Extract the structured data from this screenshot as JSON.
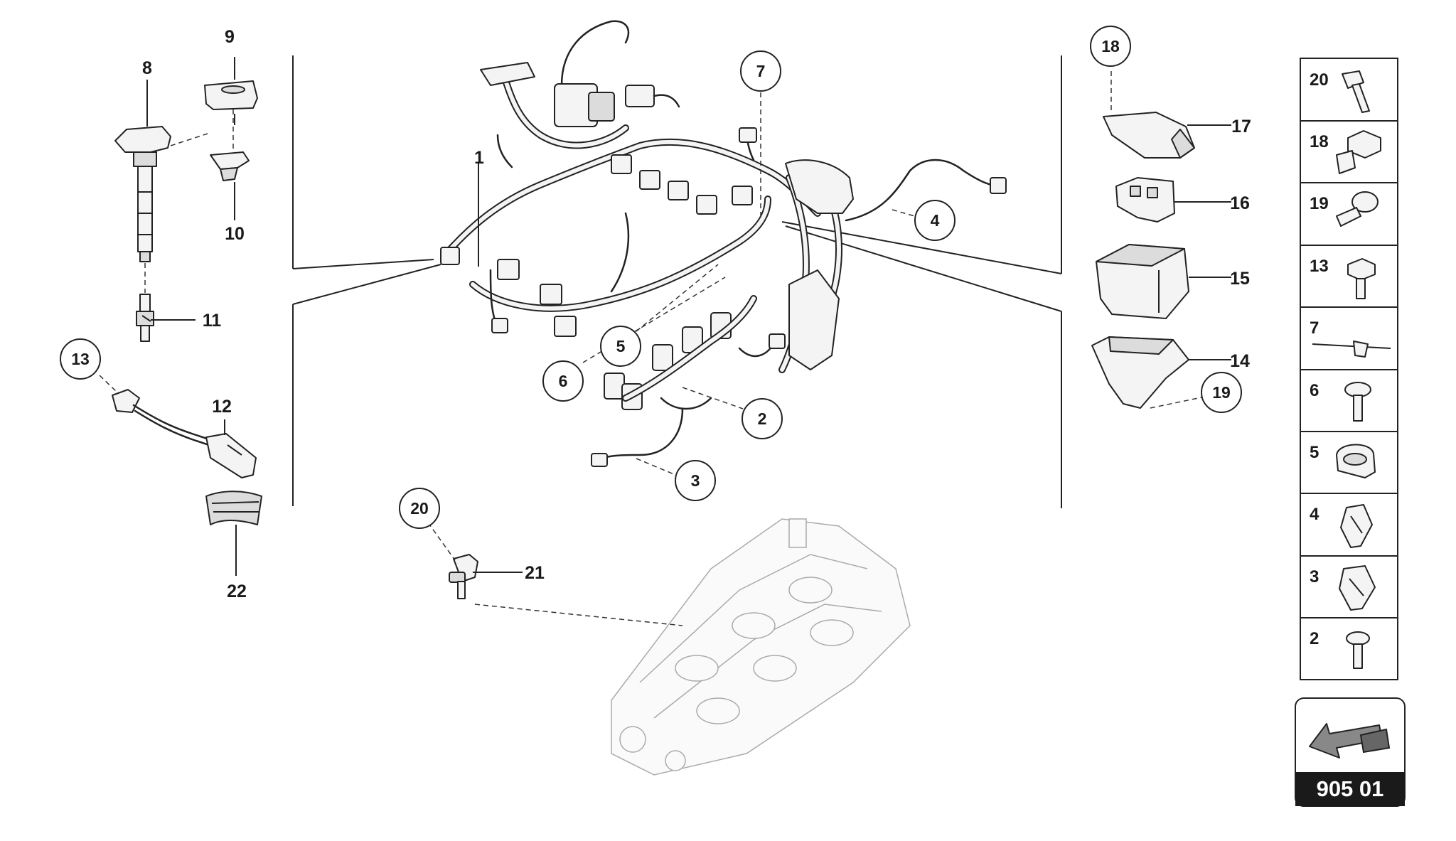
{
  "part_labels": {
    "p1": "1",
    "p2": "2",
    "p3": "3",
    "p4": "4",
    "p5": "5",
    "p6": "6",
    "p7": "7",
    "p8": "8",
    "p9": "9",
    "p10": "10",
    "p11": "11",
    "p12": "12",
    "p13": "13",
    "p14": "14",
    "p15": "15",
    "p16": "16",
    "p17": "17",
    "p18": "18",
    "p19": "19",
    "p20": "20",
    "p21": "21",
    "p22": "22"
  },
  "hardware_panel": [
    "20",
    "18",
    "19",
    "13",
    "7",
    "6",
    "5",
    "4",
    "3",
    "2"
  ],
  "page_number": "905 01",
  "icons": {
    "navigation": "arrow-left-icon"
  }
}
